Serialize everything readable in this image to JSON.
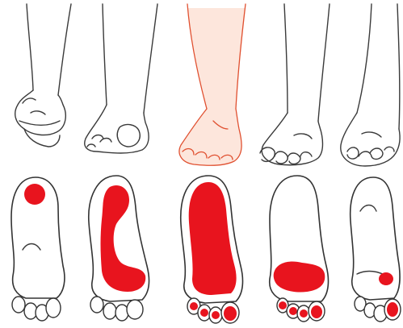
{
  "colors": {
    "pressure_red": "#e8141e",
    "outline": "#333333",
    "pink_tint": "#fde6dc",
    "background": "#ffffff"
  },
  "top_row": [
    {
      "pose": "foot-viewed-from-front-tiptoe"
    },
    {
      "pose": "foot-viewed-from-front-tilted"
    },
    {
      "pose": "foot-viewed-from-front-flat-pink"
    },
    {
      "pose": "foot-viewed-from-front-flat"
    },
    {
      "pose": "foot-viewed-from-front-lifting"
    }
  ],
  "bottom_row": [
    {
      "pressure": "heel"
    },
    {
      "pressure": "heel-and-outer-edge"
    },
    {
      "pressure": "whole-sole"
    },
    {
      "pressure": "ball-and-toes"
    },
    {
      "pressure": "big-toe"
    }
  ]
}
